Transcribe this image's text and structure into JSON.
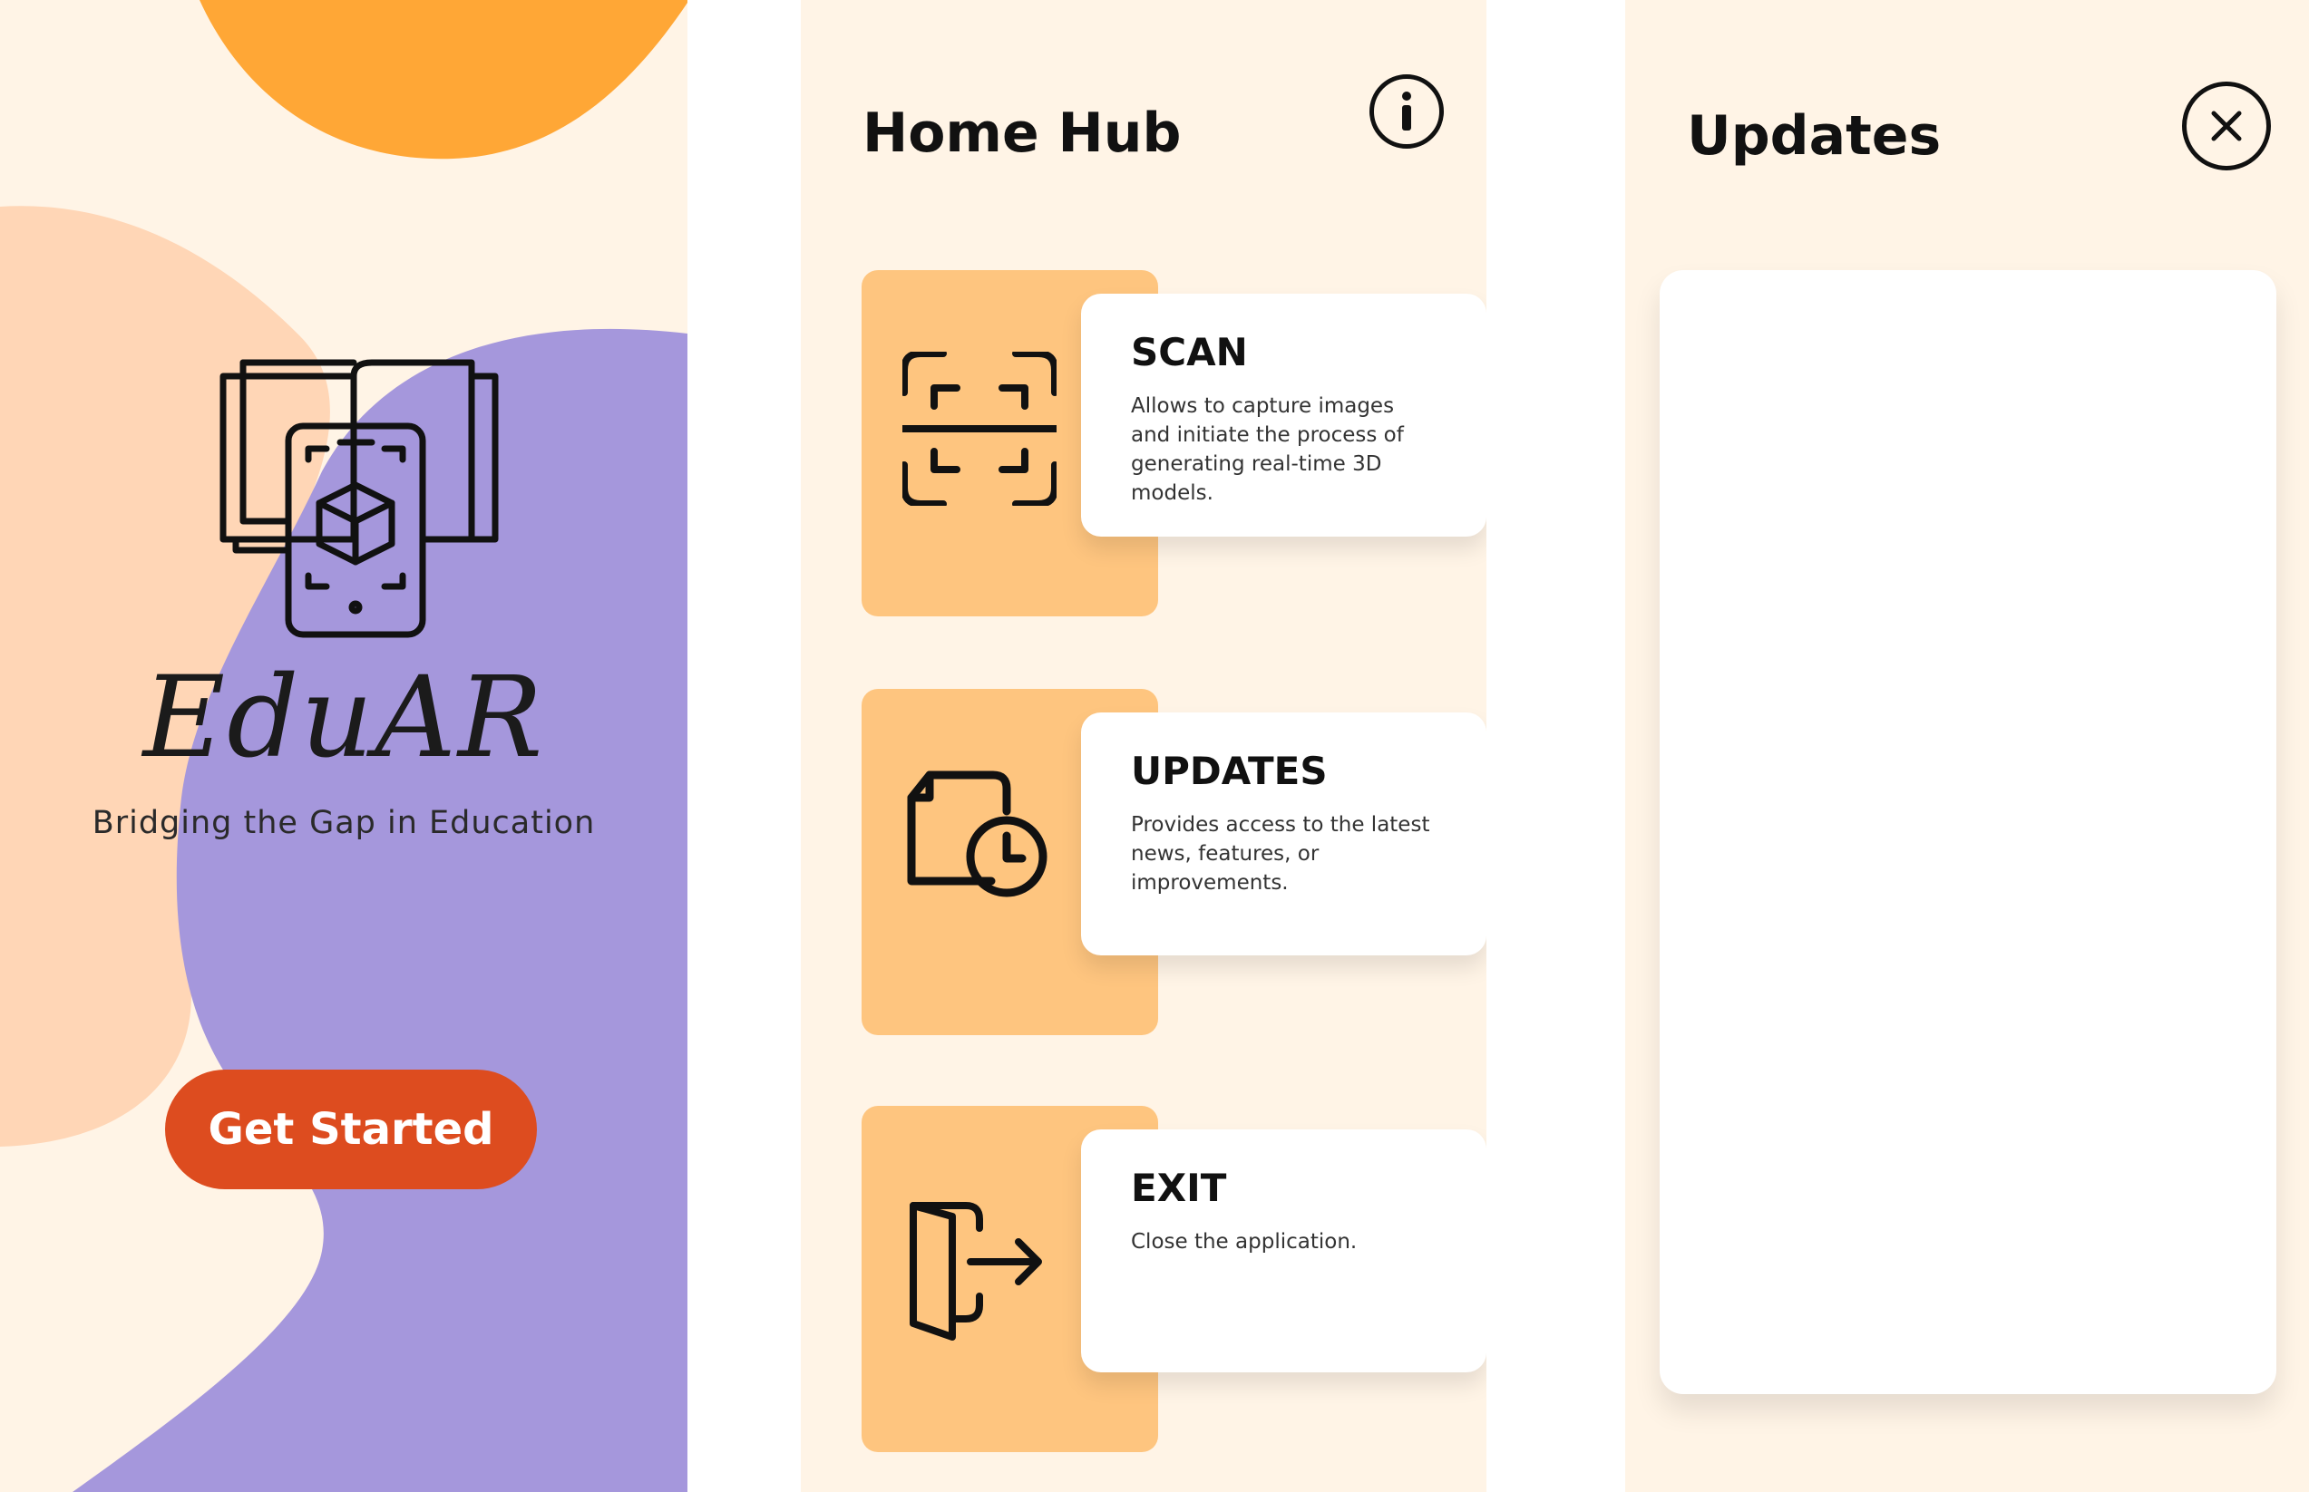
{
  "splash": {
    "app_name": "EduAR",
    "tagline": "Bridging the Gap in Education",
    "cta_label": "Get Started",
    "logo_icon": "ar-book-phone-cube-icon",
    "colors": {
      "background": "#fff4e6",
      "orange_blob": "#ffa736",
      "peach_blob": "#ffd6b6",
      "purple_blob": "#a597dc",
      "cta": "#dd4c1f"
    }
  },
  "home": {
    "title": "Home Hub",
    "info_icon": "info-icon",
    "cards": [
      {
        "icon": "scan-frame-icon",
        "title": "SCAN",
        "description": "Allows to capture images and initiate the process of generating real-time 3D models."
      },
      {
        "icon": "document-clock-icon",
        "title": "UPDATES",
        "description": "Provides access to the latest news, features, or improvements."
      },
      {
        "icon": "exit-door-icon",
        "title": "EXIT",
        "description": "Close the application."
      }
    ],
    "colors": {
      "background": "#fff4e6",
      "card_accent": "#fec57f",
      "card_panel": "#ffffff"
    }
  },
  "updates": {
    "title": "Updates",
    "close_icon": "close-icon"
  }
}
